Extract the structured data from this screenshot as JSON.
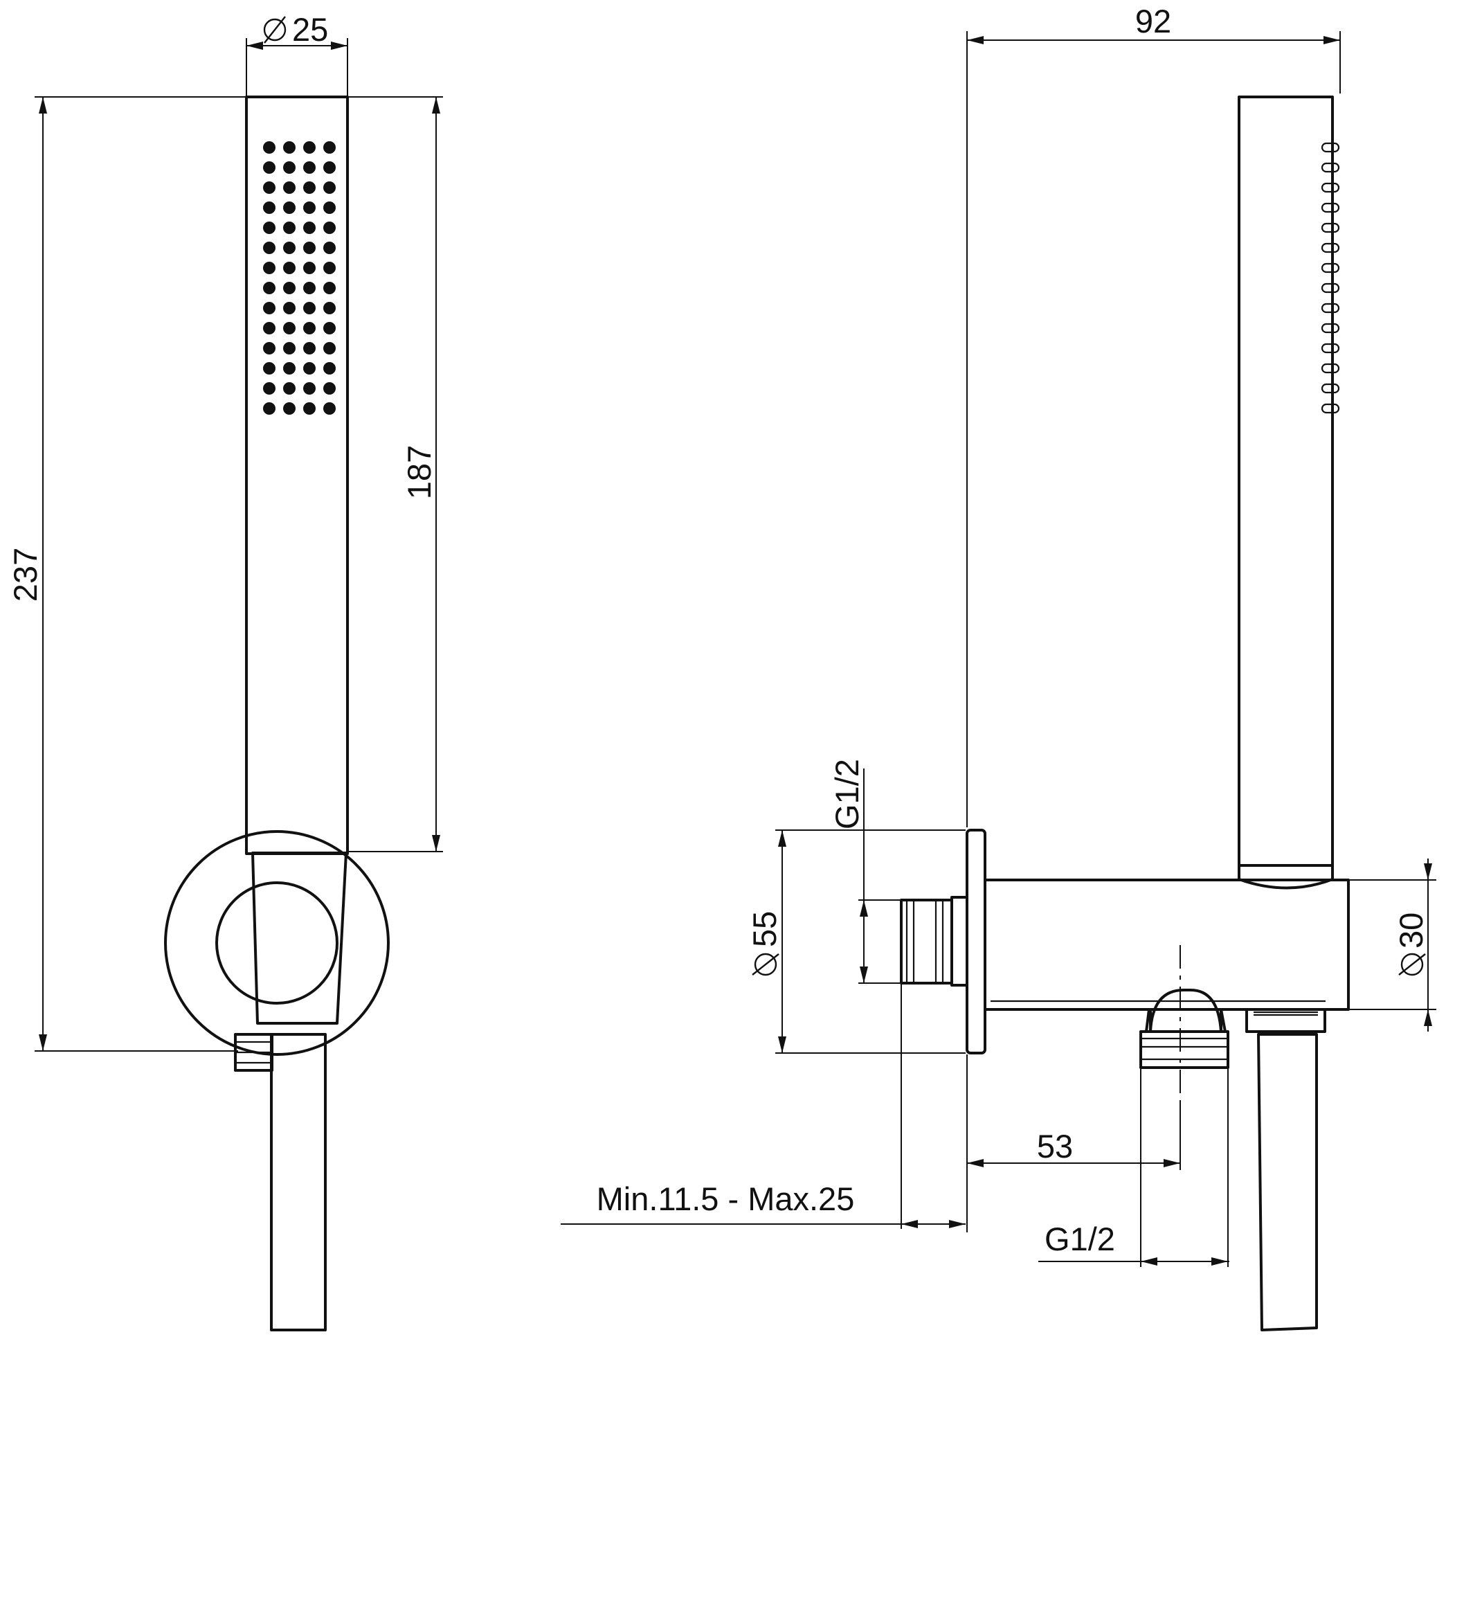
{
  "dimensions": {
    "handle_diameter": "25",
    "overall_height": "237",
    "handle_length": "187",
    "depth": "92",
    "flange_diameter": "55",
    "inlet_thread": "G1/2",
    "body_diameter": "30",
    "outlet_offset": "53",
    "wall_range": "Min.11.5 - Max.25",
    "outlet_thread": "G1/2"
  }
}
